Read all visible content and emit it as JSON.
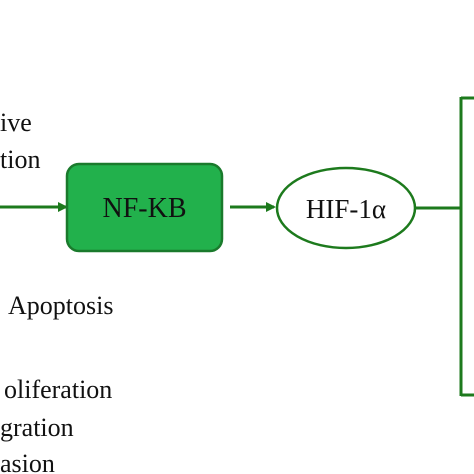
{
  "labels": {
    "top_line_1": "ive",
    "top_line_2": "tion",
    "node_nfkb": "NF-KB",
    "node_hif": "HIF-1α",
    "apoptosis": "Apoptosis",
    "proliferation": "oliferation",
    "migration": "gration",
    "invasion": "asion"
  },
  "colors": {
    "arrow": "#1d7a1d",
    "nfkb_fill": "#22b14c",
    "nfkb_stroke": "#1a7a2c",
    "hif_stroke": "#1d7a1d",
    "hif_fill": "#ffffff",
    "text": "#111111"
  }
}
